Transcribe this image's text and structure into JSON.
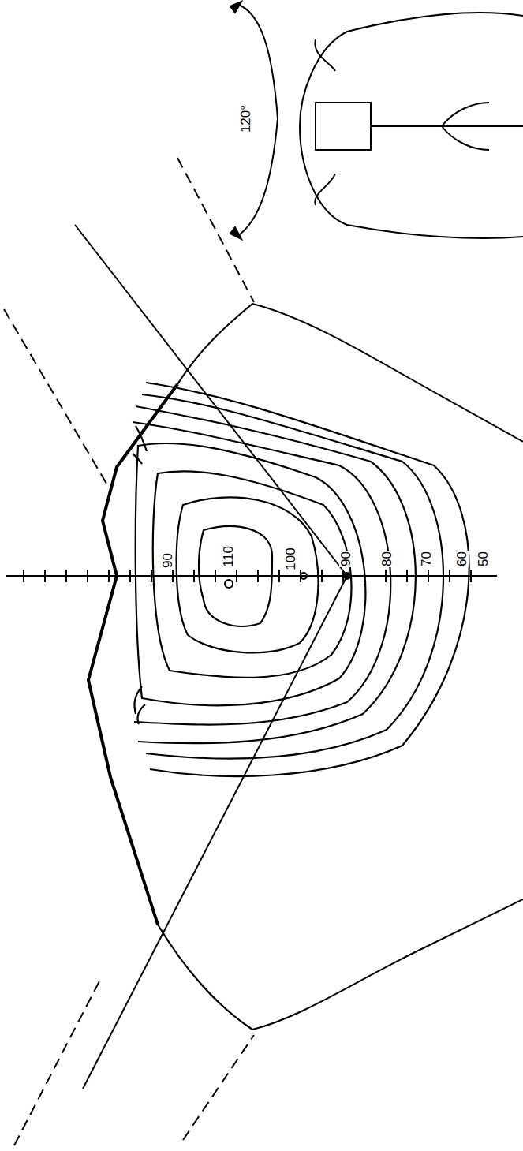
{
  "diagram": {
    "labels": [
      "120°",
      "90",
      "110",
      "100",
      "90",
      "80",
      "70",
      "60",
      "50"
    ]
  }
}
